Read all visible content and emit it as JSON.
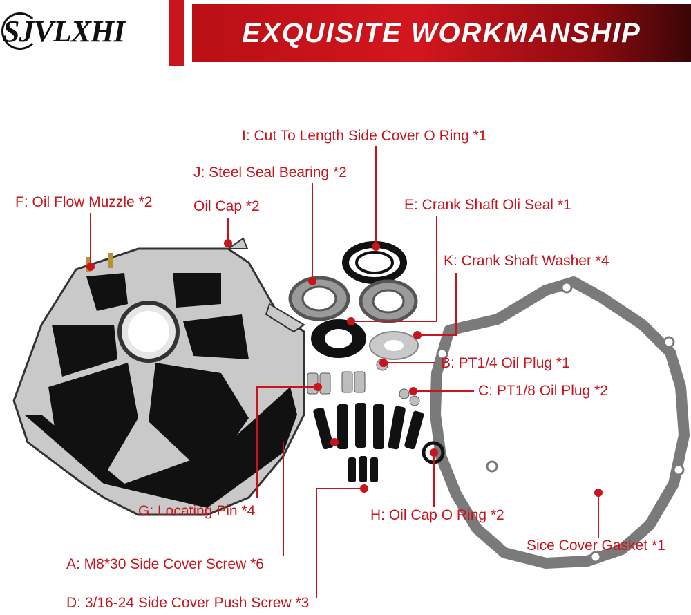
{
  "header": {
    "brand": "SJVLXHI",
    "title": "EXQUISITE  WORKMANSHIP"
  },
  "colors": {
    "accent": "#c8141c",
    "part_metal": "#c9c9c9",
    "part_black": "#111111",
    "gasket_gray": "#7a7a7a"
  },
  "labels": {
    "i": "I: Cut To Length Side Cover O Ring *1",
    "j": "J: Steel Seal Bearing *2",
    "f": "F: Oil Flow Muzzle *2",
    "oil_cap": "Oil Cap *2",
    "e": "E: Crank Shaft Oli Seal *1",
    "k": "K: Crank Shaft Washer *4",
    "b": "B: PT1/4 Oil Plug *1",
    "c": "C: PT1/8 Oil Plug *2",
    "g": "G: Locating Pin *4",
    "h": "H: Oil Cap O Ring *2",
    "gasket": "Sice Cover Gasket *1",
    "a": "A: M8*30 Side Cover Screw *6",
    "d": "D: 3/16-24 Side Cover Push Screw *3"
  }
}
